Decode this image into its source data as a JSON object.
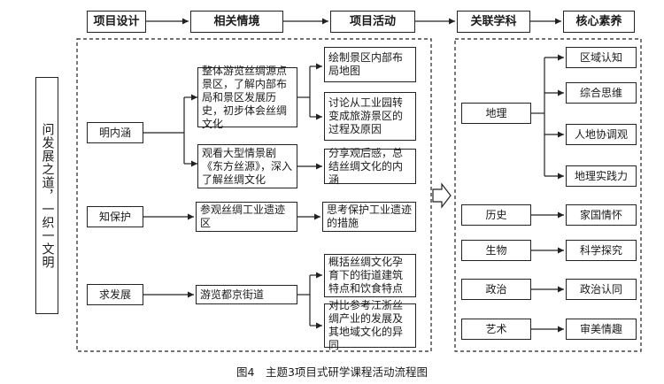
{
  "header": {
    "design": "项目设计",
    "context": "相关情境",
    "activity": "项目活动",
    "subject": "关联学科",
    "literacy": "核心素养"
  },
  "side_title": "问发展之道，一织一文明",
  "phases": [
    {
      "label": "明内涵"
    },
    {
      "label": "知保护"
    },
    {
      "label": "求发展"
    }
  ],
  "contexts": [
    "整体游览丝绸源点景区，了解内部布局和景区发展历史，初步体会丝绸文化",
    "观看大型情景剧《东方丝源》，深入了解丝绸文化",
    "参观丝绸工业遗迹区",
    "游览都京街道"
  ],
  "activities": [
    "绘制景区内部布局地图",
    "讨论从工业园转变成旅游景区的过程及原因",
    "分享观后感，总结丝绸文化的内涵",
    "思考保护工业遗迹的措施",
    "概括丝绸文化孕育下的街道建筑特点和饮食特点",
    "对比参考江浙丝绸产业的发展及其地域文化的异同"
  ],
  "subjects": [
    "地理",
    "历史",
    "生物",
    "政治",
    "艺术"
  ],
  "literacies": [
    "区域认知",
    "综合思维",
    "人地协调观",
    "地理实践力",
    "家国情怀",
    "科学探究",
    "政治认同",
    "审美情趣"
  ],
  "caption": "图4　主题3项目式研学课程活动流程图"
}
